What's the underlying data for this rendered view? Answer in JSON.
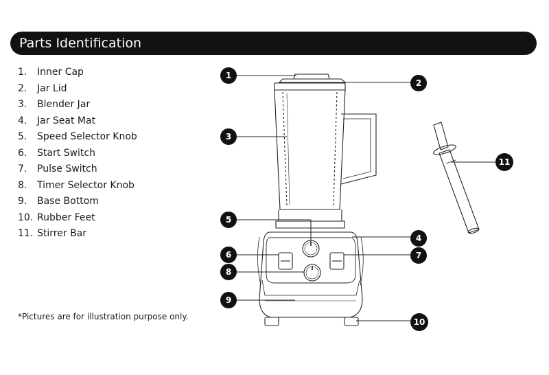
{
  "header": {
    "title": "Parts Identification"
  },
  "parts": [
    {
      "number": "1.",
      "name": "Inner Cap"
    },
    {
      "number": "2.",
      "name": "Jar Lid"
    },
    {
      "number": "3.",
      "name": "Blender Jar"
    },
    {
      "number": "4.",
      "name": "Jar Seat Mat"
    },
    {
      "number": "5.",
      "name": "Speed Selector Knob"
    },
    {
      "number": "6.",
      "name": "Start Switch"
    },
    {
      "number": "7.",
      "name": "Pulse Switch"
    },
    {
      "number": "8.",
      "name": "Timer Selector Knob"
    },
    {
      "number": "9.",
      "name": "Base Bottom"
    },
    {
      "number": "10.",
      "name": "Rubber Feet"
    },
    {
      "number": "11.",
      "name": "Stirrer Bar"
    }
  ],
  "callouts": {
    "c1": "1",
    "c2": "2",
    "c3": "3",
    "c4": "4",
    "c5": "5",
    "c6": "6",
    "c7": "7",
    "c8": "8",
    "c9": "9",
    "c10": "10",
    "c11": "11"
  },
  "disclaimer": "*Pictures are for illustration purpose only."
}
